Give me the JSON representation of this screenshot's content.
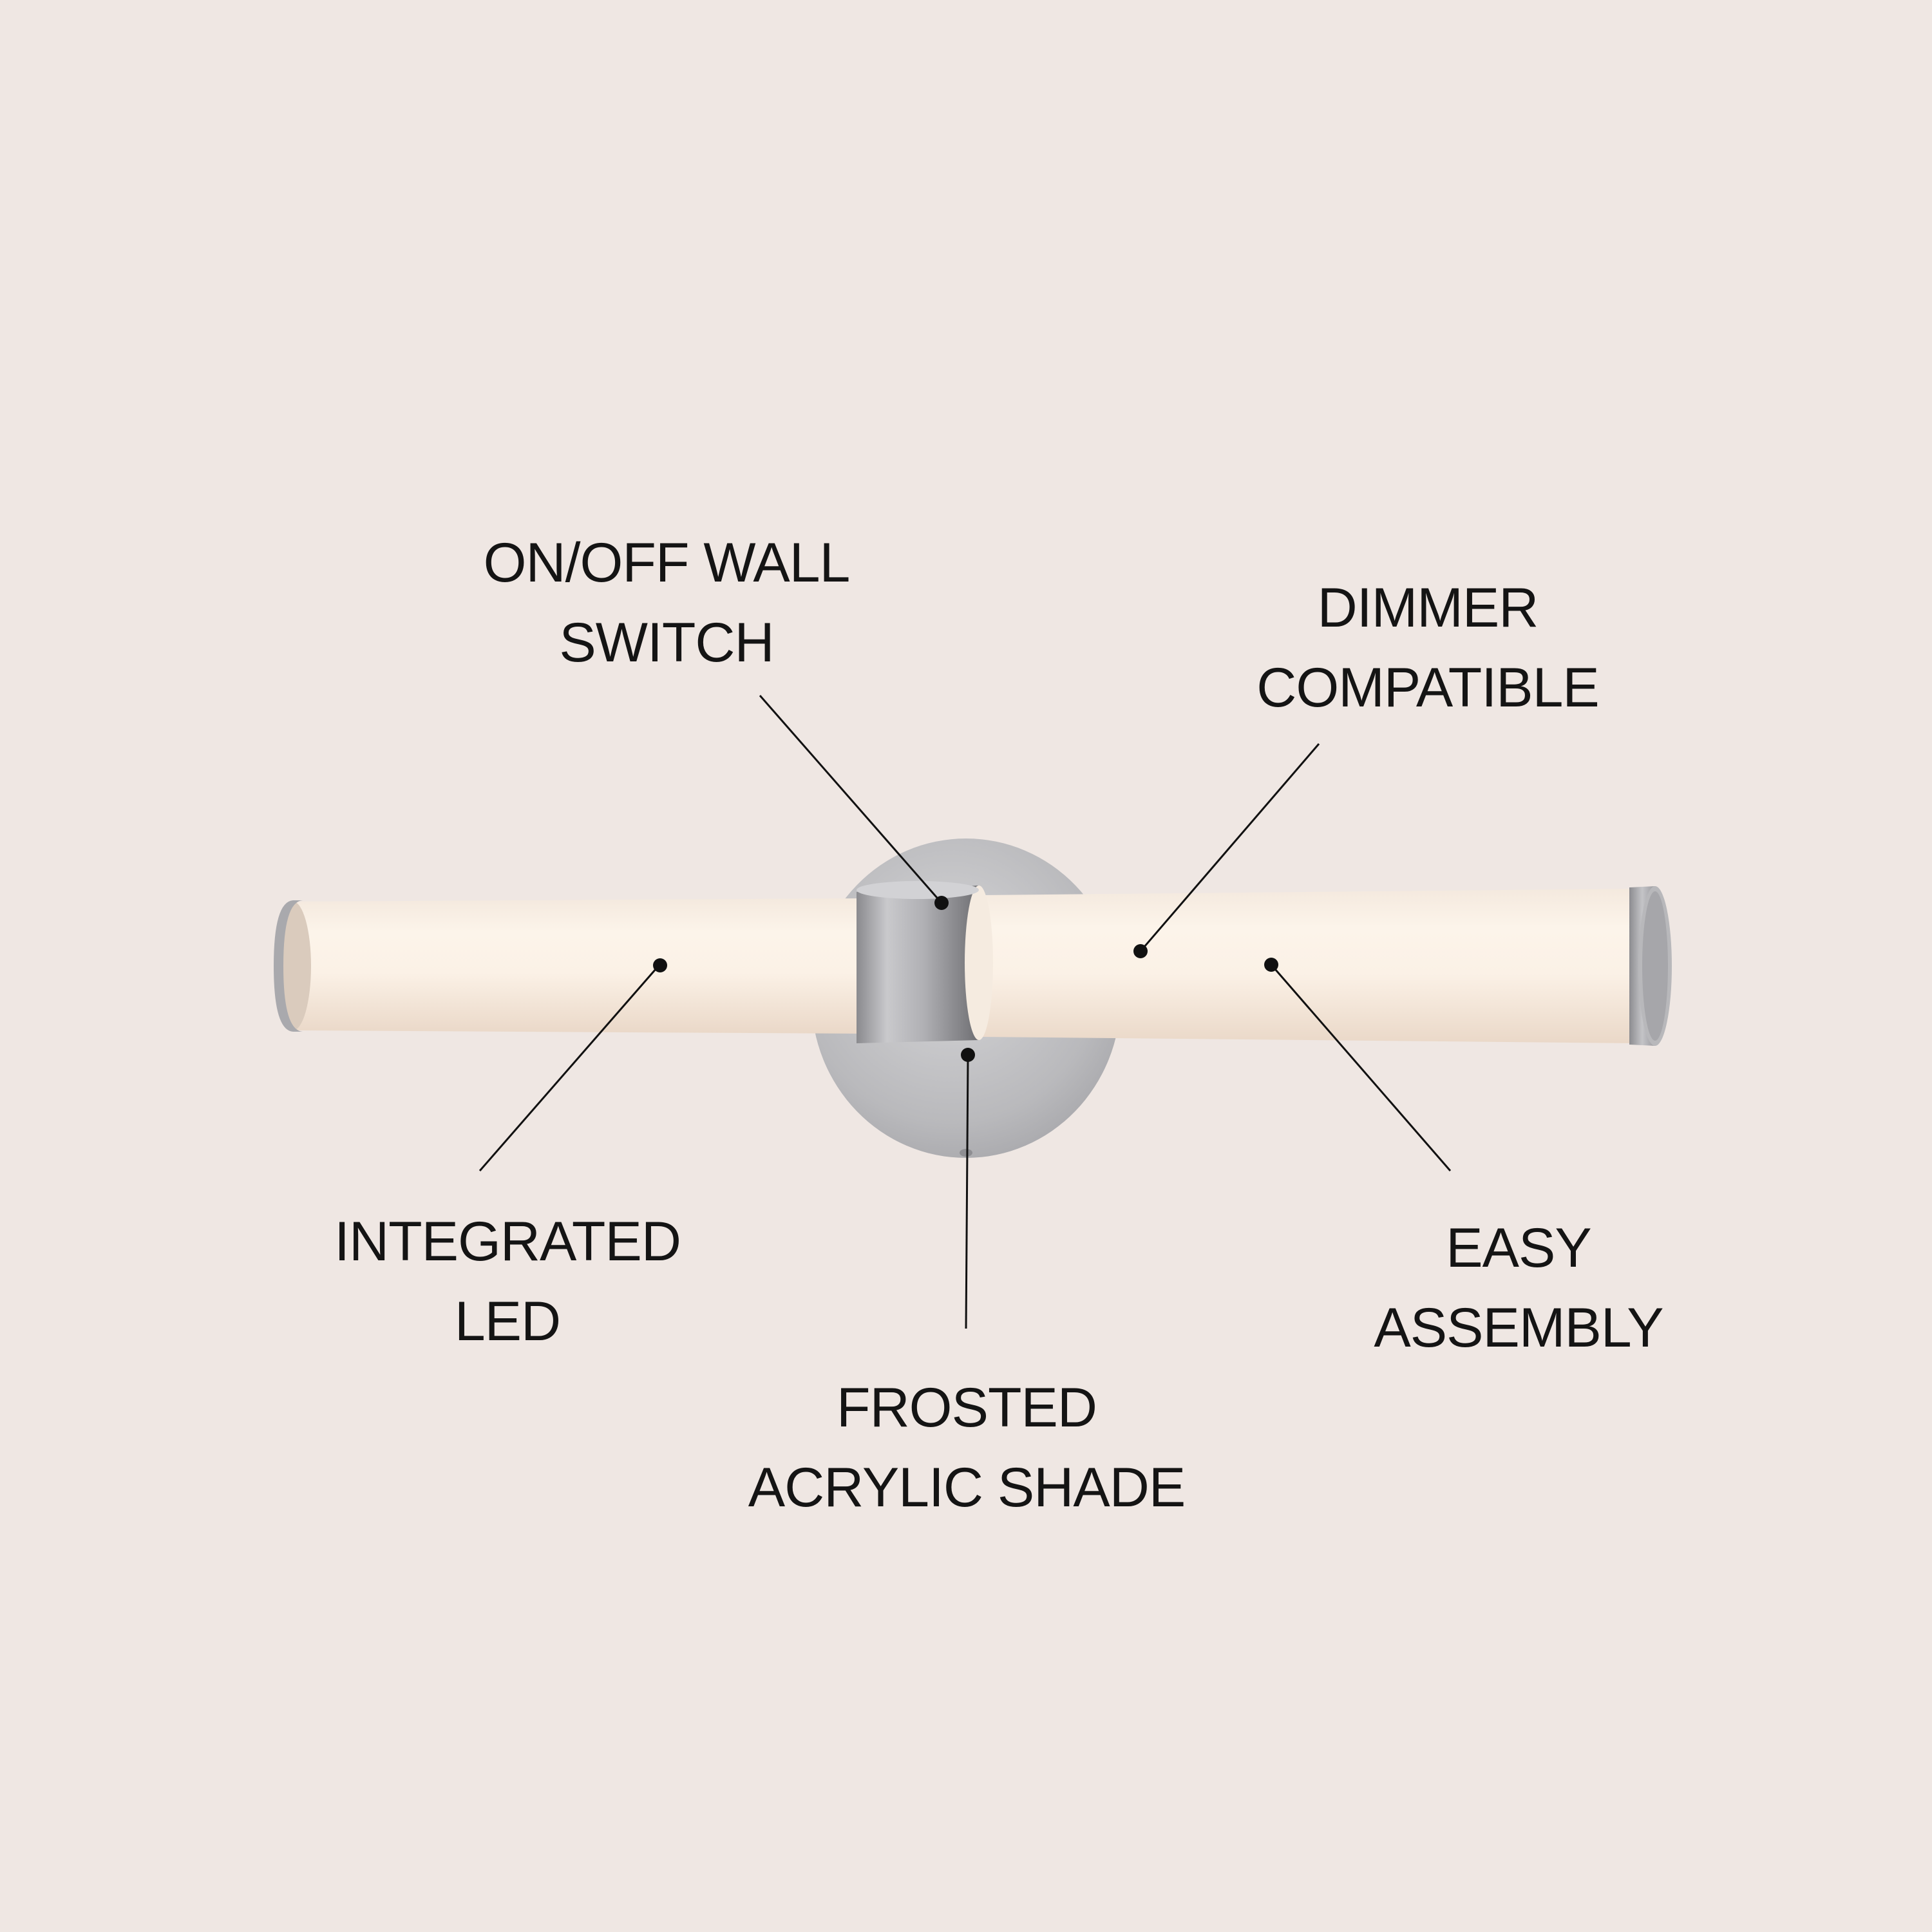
{
  "callouts": {
    "switch": {
      "line1": "ON/OFF WALL",
      "line2": "SWITCH"
    },
    "dimmer": {
      "line1": "DIMMER",
      "line2": "COMPATIBLE"
    },
    "led": {
      "line1": "INTEGRATED",
      "line2": "LED"
    },
    "shade": {
      "line1": "FROSTED",
      "line2": "ACRYLIC SHADE"
    },
    "assembly": {
      "line1": "EASY",
      "line2": "ASSEMBLY"
    }
  },
  "colors": {
    "background": "#efe7e3",
    "text": "#141414",
    "nickel": "#b4b4b6",
    "shade": "#f6ece2"
  }
}
